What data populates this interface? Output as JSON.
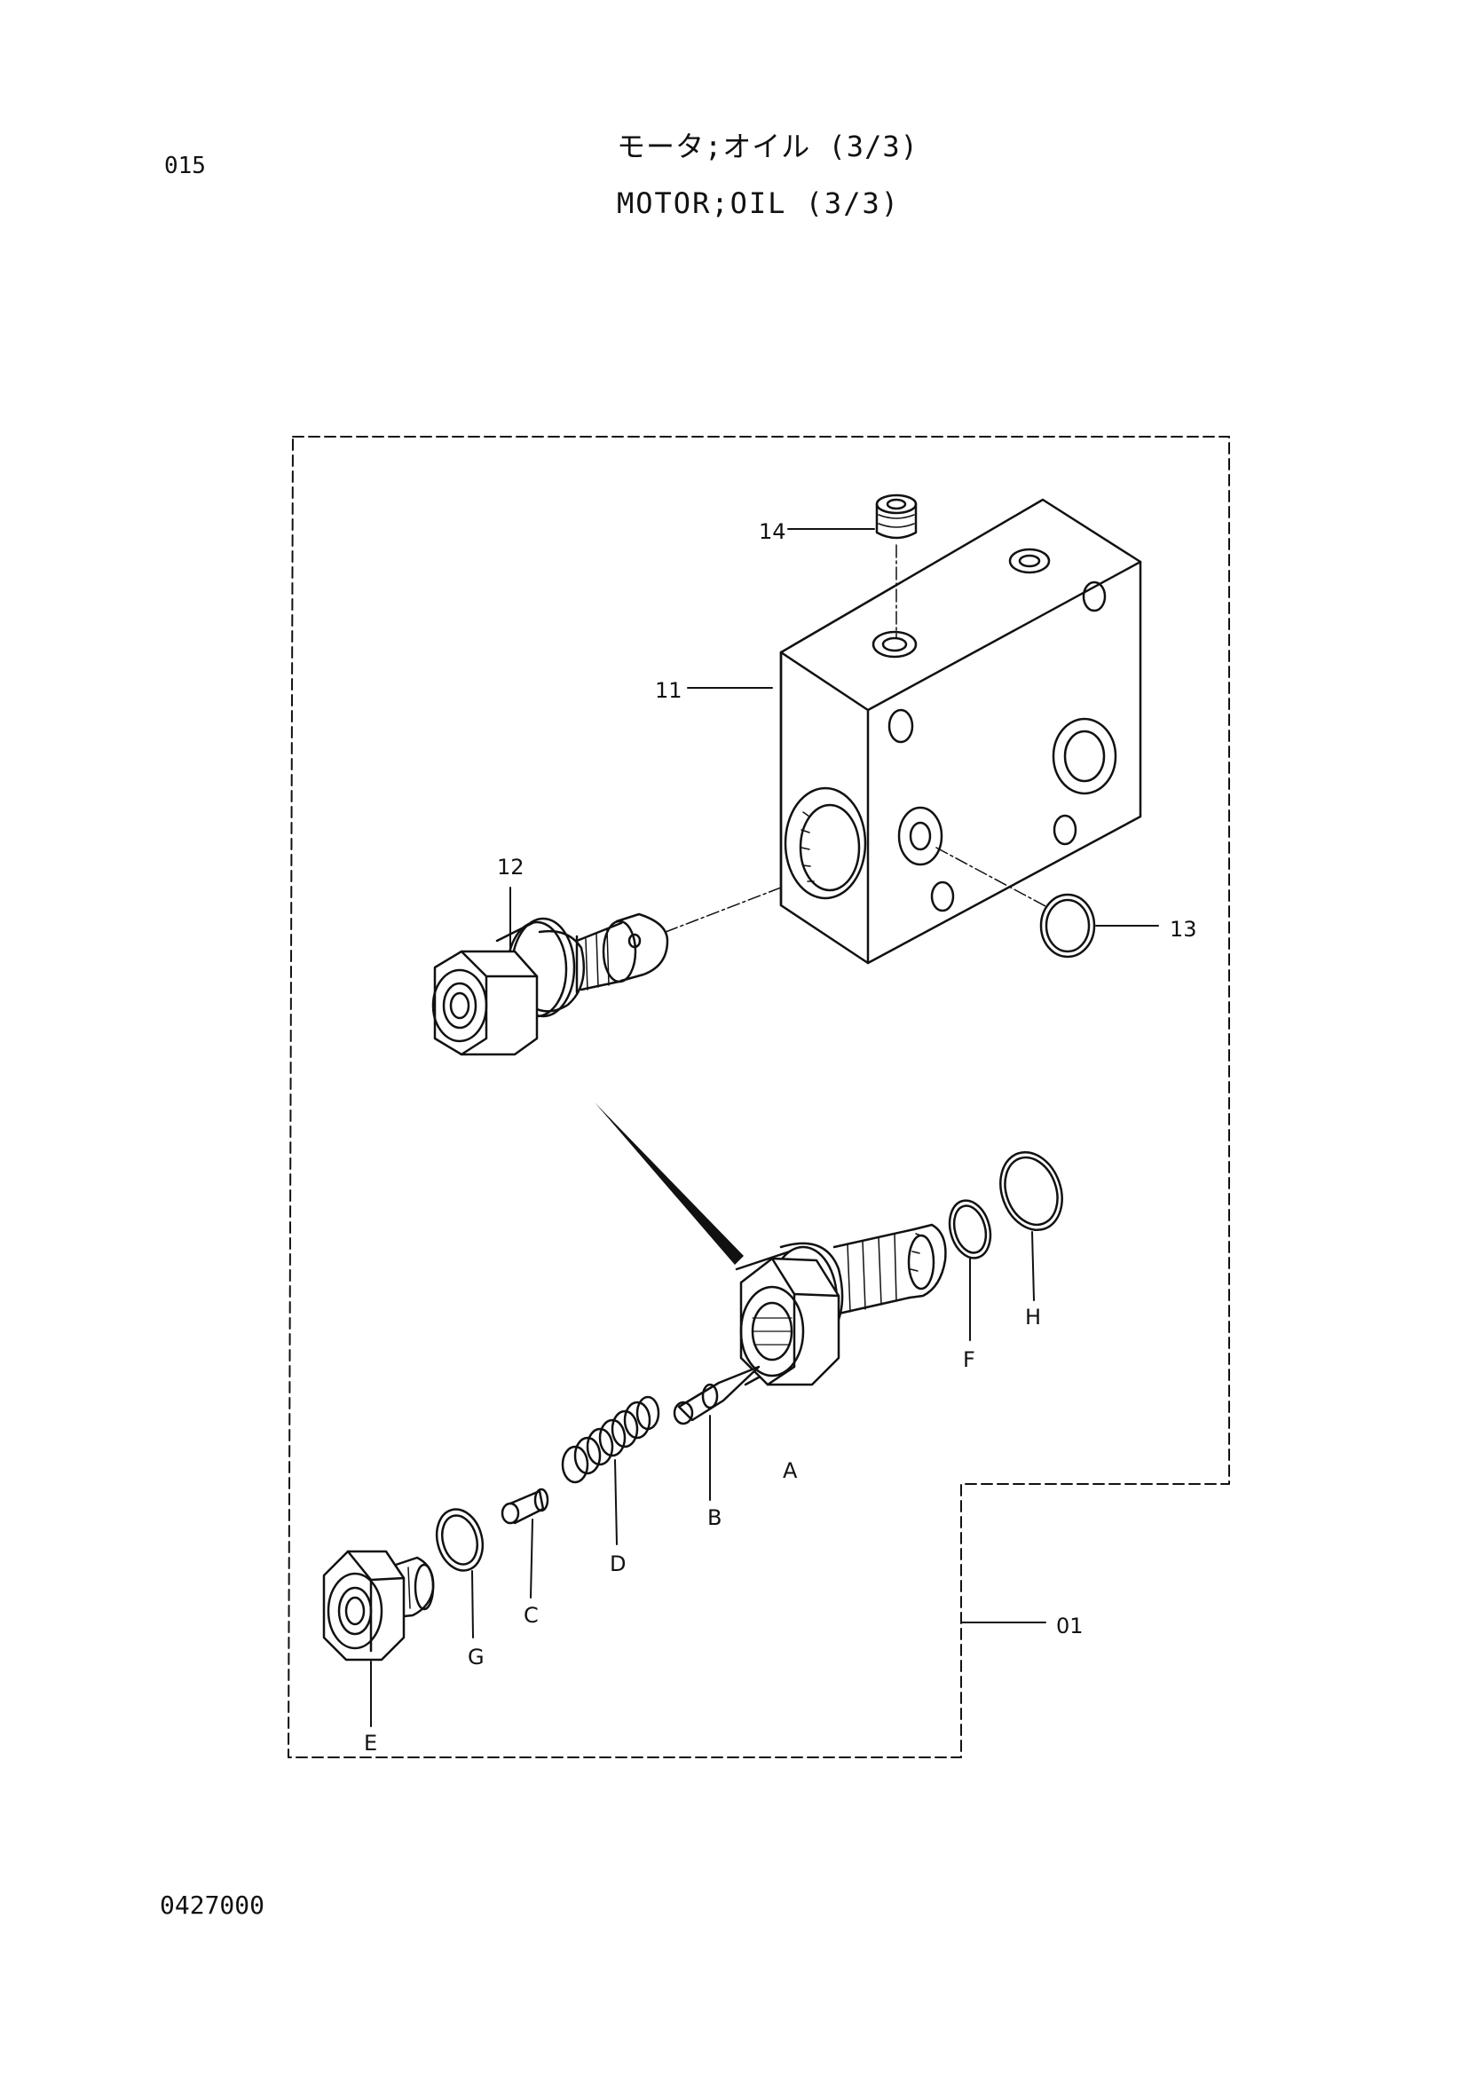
{
  "header": {
    "page_number": "015",
    "title_jp": "モータ;オイル (3/3)",
    "title_en": "MOTOR;OIL (3/3)"
  },
  "footer": {
    "code": "0427000"
  },
  "callouts": {
    "p01": "01",
    "p11": "11",
    "p12": "12",
    "p13": "13",
    "p14": "14",
    "A": "A",
    "B": "B",
    "C": "C",
    "D": "D",
    "E": "E",
    "F": "F",
    "G": "G",
    "H": "H"
  }
}
